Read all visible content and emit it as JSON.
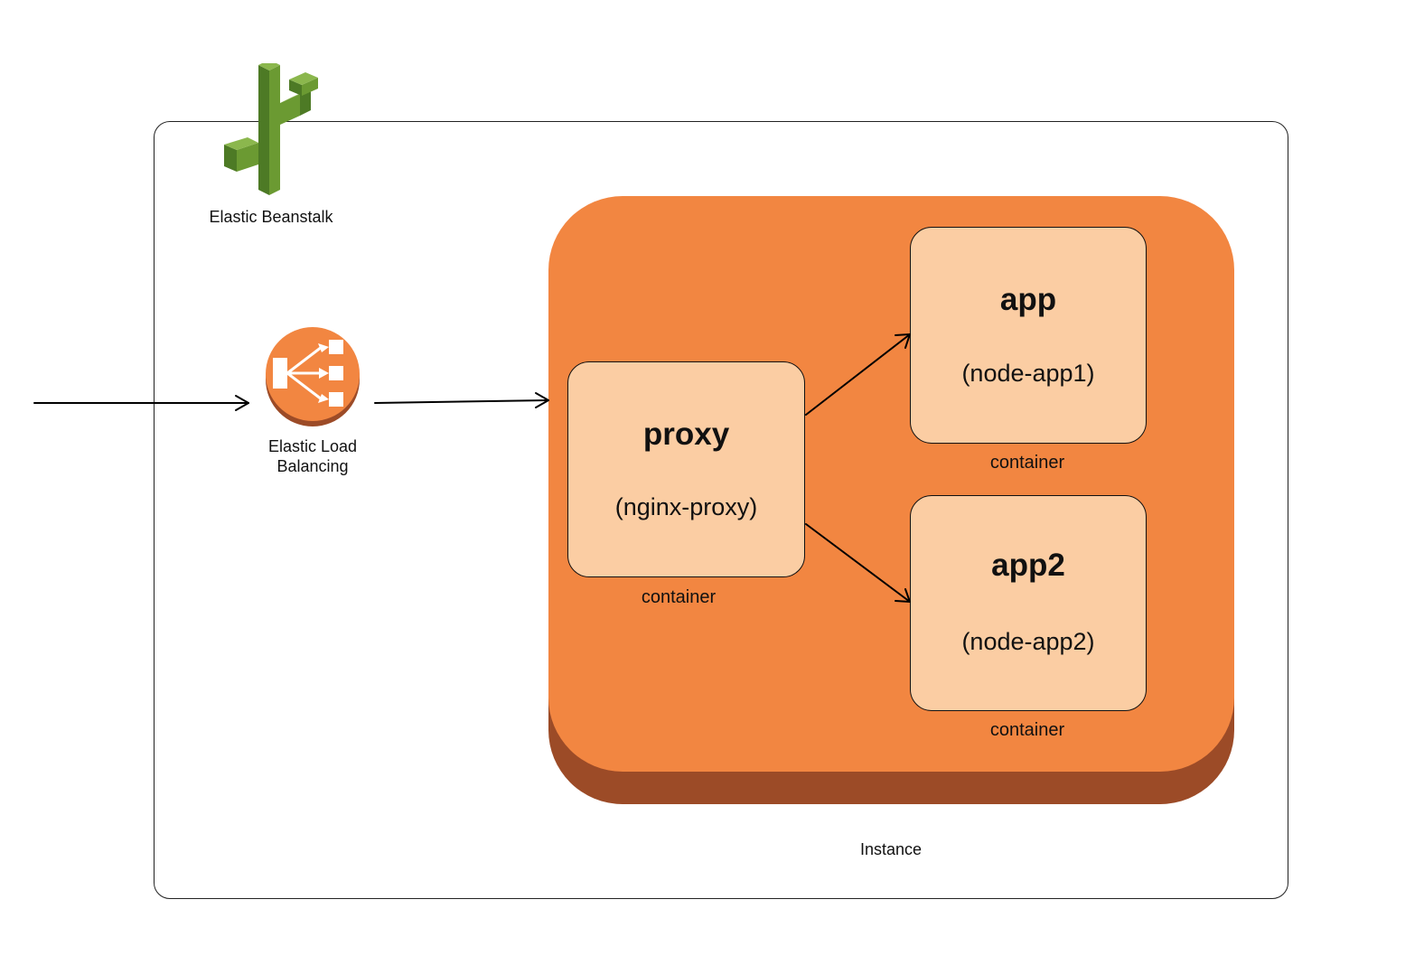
{
  "beanstalk": {
    "label": "Elastic Beanstalk",
    "icon": "elastic-beanstalk-icon",
    "color": "#6b9a32"
  },
  "load_balancer": {
    "label_line1": "Elastic Load",
    "label_line2": "Balancing",
    "icon": "elastic-load-balancing-icon",
    "color": "#f28641"
  },
  "instance": {
    "label": "Instance",
    "color": "#f28641",
    "shadow_color": "#9c4b27"
  },
  "containers": {
    "proxy": {
      "title": "proxy",
      "subtitle": "(nginx-proxy)",
      "caption": "container"
    },
    "app1": {
      "title": "app",
      "subtitle": "(node-app1)",
      "caption": "container"
    },
    "app2": {
      "title": "app2",
      "subtitle": "(node-app2)",
      "caption": "container"
    },
    "fill_color": "#fbcda3"
  }
}
